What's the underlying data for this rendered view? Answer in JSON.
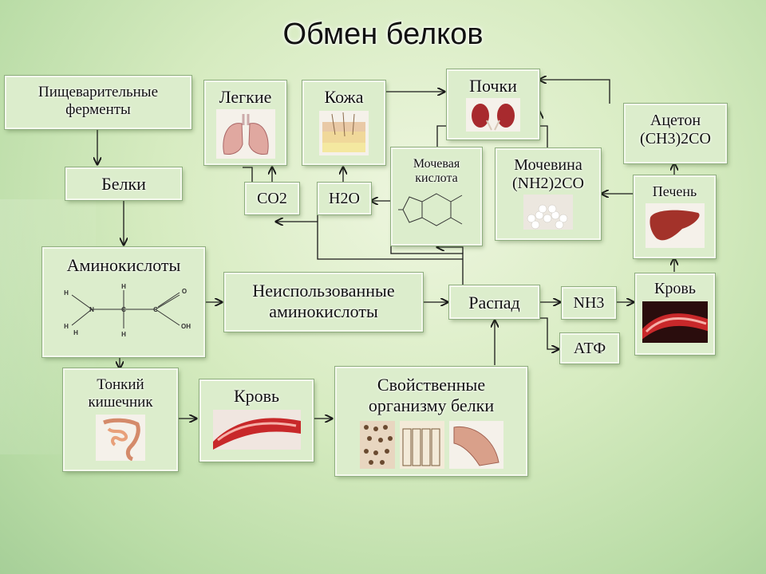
{
  "title": "Обмен белков",
  "nodes": {
    "enzymes": [
      "Пищеварительные",
      "ферменты"
    ],
    "proteins": "Белки",
    "amino": "Аминокислоты",
    "unused": [
      "Неиспользованные",
      "аминокислоты"
    ],
    "breakdown": "Распад",
    "nh3": "NH3",
    "atp": "АТФ",
    "blood_right": "Кровь",
    "liver": "Печень",
    "acetone": [
      "Ацетон",
      "(CH3)2CO"
    ],
    "kidneys": "Почки",
    "urea": [
      "Мочевина",
      "(NH2)2CO"
    ],
    "uric": [
      "Мочевая",
      "кислота"
    ],
    "lungs": "Легкие",
    "skin": "Кожа",
    "co2": "CO2",
    "h2o": "H2O",
    "intestine": [
      "Тонкий",
      "кишечник"
    ],
    "blood_mid": "Кровь",
    "own": [
      "Свойственные",
      "организму белки"
    ]
  },
  "formula_atoms": [
    "H",
    "H",
    "C",
    "H",
    "C",
    "O",
    "H",
    "N",
    "H",
    "OH"
  ],
  "colors": {
    "box": "#dcedcc",
    "arrow": "#1a1a1a",
    "blood": "#c8282a"
  }
}
